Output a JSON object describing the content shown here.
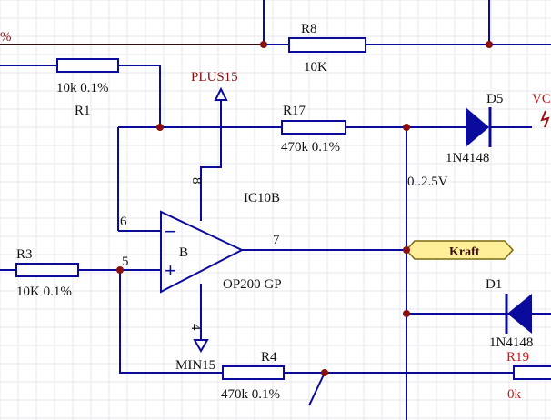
{
  "labels": {
    "r8": "R8",
    "r8_value": "10K",
    "r1": "R1",
    "r1_value": "10k 0.1%",
    "plus_rail": "PLUS15",
    "r17": "R17",
    "r17_value": "470k 0.1%",
    "d5": "D5",
    "d5_part": "1N4148",
    "vc_label": "VC",
    "pin8": "8",
    "ic": "IC10B",
    "range": "0..2.5V",
    "pin6": "6",
    "pin7": "7",
    "unit": "B",
    "minus": "−",
    "plus": "+",
    "net_kraft": "Kraft",
    "r3": "R3",
    "r3_value": "10K 0.1%",
    "pin5": "5",
    "opamp_part": "OP200 GP",
    "d1": "D1",
    "d1_part": "1N4148",
    "pin4": "4",
    "minus_rail": "MIN15",
    "r4": "R4",
    "r4_value": "470k 0.1%",
    "r19": "R19",
    "r19_value": "0k",
    "percent": "%"
  },
  "colors": {
    "wire": "#0a0a9c",
    "junction": "#8a1010",
    "text": "#111111",
    "red_text": "#c81414",
    "net_label_fill": "#ffef99",
    "grid": "#e7e7ef"
  }
}
